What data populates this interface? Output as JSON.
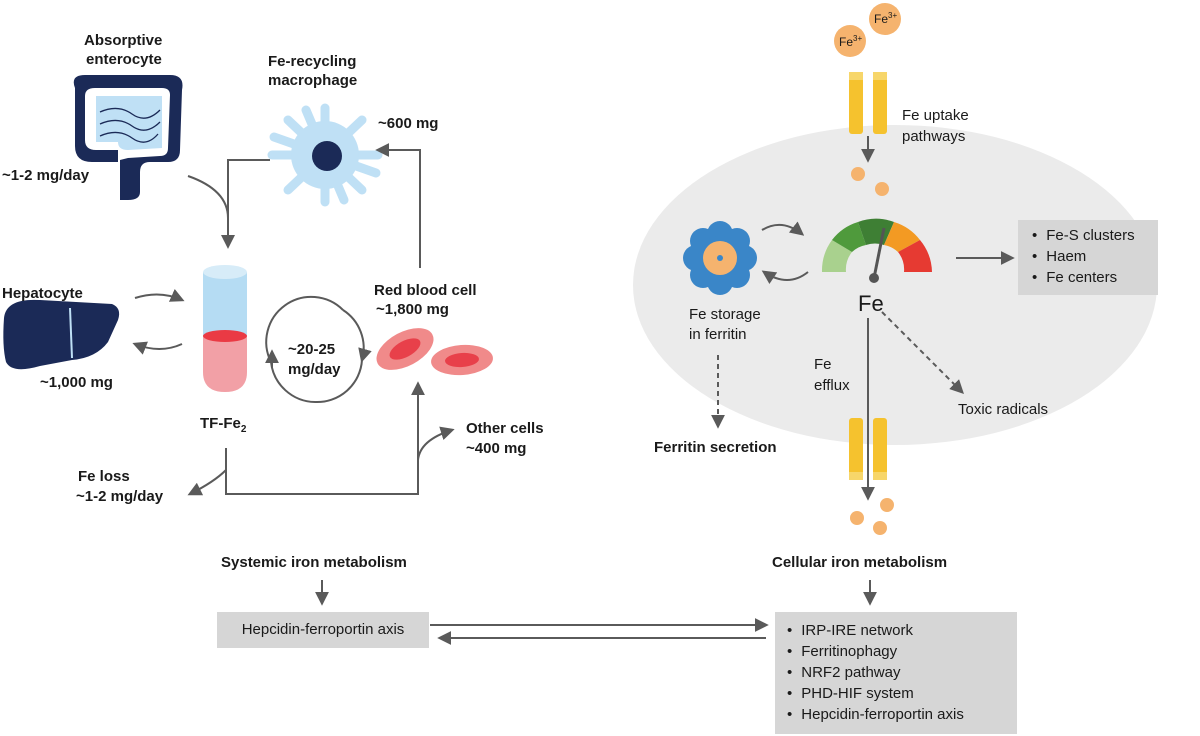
{
  "systemic": {
    "enterocyte_label": "Absorptive enterocyte",
    "enterocyte_label_line1": "Absorptive",
    "enterocyte_label_line2": "enterocyte",
    "enterocyte_value": "~1-2 mg/day",
    "macrophage_label_line1": "Fe-recycling",
    "macrophage_label_line2": "macrophage",
    "macrophage_value": "~600 mg",
    "hepatocyte_label": "Hepatocyte",
    "hepatocyte_value": "~1,000 mg",
    "transferrin_label": "TF-Fe",
    "transferrin_subscript": "2",
    "cycle_line1": "~20-25",
    "cycle_line2": "mg/day",
    "rbc_label": "Red blood cell",
    "rbc_value": "~1,800 mg",
    "other_cells_label": "Other cells",
    "other_cells_value": "~400 mg",
    "fe_loss_label": "Fe loss",
    "fe_loss_value": "~1-2 mg/day",
    "title": "Systemic iron metabolism",
    "regulator_box": "Hepcidin-ferroportin axis"
  },
  "cellular": {
    "ion1": "Fe",
    "ion1_sup": "3+",
    "ion2": "Fe",
    "ion2_sup": "3+",
    "uptake_line1": "Fe uptake",
    "uptake_line2": "pathways",
    "storage_line1": "Fe storage",
    "storage_line2": "in ferritin",
    "fe_center": "Fe",
    "efflux_line1": "Fe",
    "efflux_line2": "efflux",
    "toxic_label": "Toxic radicals",
    "ferritin_secretion": "Ferritin secretion",
    "uses": [
      "Fe-S clusters",
      "Haem",
      "Fe centers"
    ],
    "title": "Cellular iron metabolism",
    "regulators": [
      "IRP-IRE network",
      "Ferritinophagy",
      "NRF2 pathway",
      "PHD-HIF system",
      "Hepcidin-ferroportin axis"
    ]
  },
  "colors": {
    "navy": "#1b2a57",
    "light_blue": "#bfe0f5",
    "transferrin_top": "#b5dcf3",
    "transferrin_bottom": "#f2a0a6",
    "transferrin_band": "#ea3a44",
    "rbc": "#f08a8a",
    "rbc_center": "#e8404a",
    "iron_orange": "#f5b36e",
    "channel_yellow": "#f5c22e",
    "cell_grey": "#ebebeb",
    "box_grey": "#d6d6d6",
    "arrow_grey": "#5a5a5a",
    "gauge": [
      "#a9d18e",
      "#4f9a3c",
      "#3e7f34",
      "#f39a23",
      "#e63a32"
    ]
  }
}
